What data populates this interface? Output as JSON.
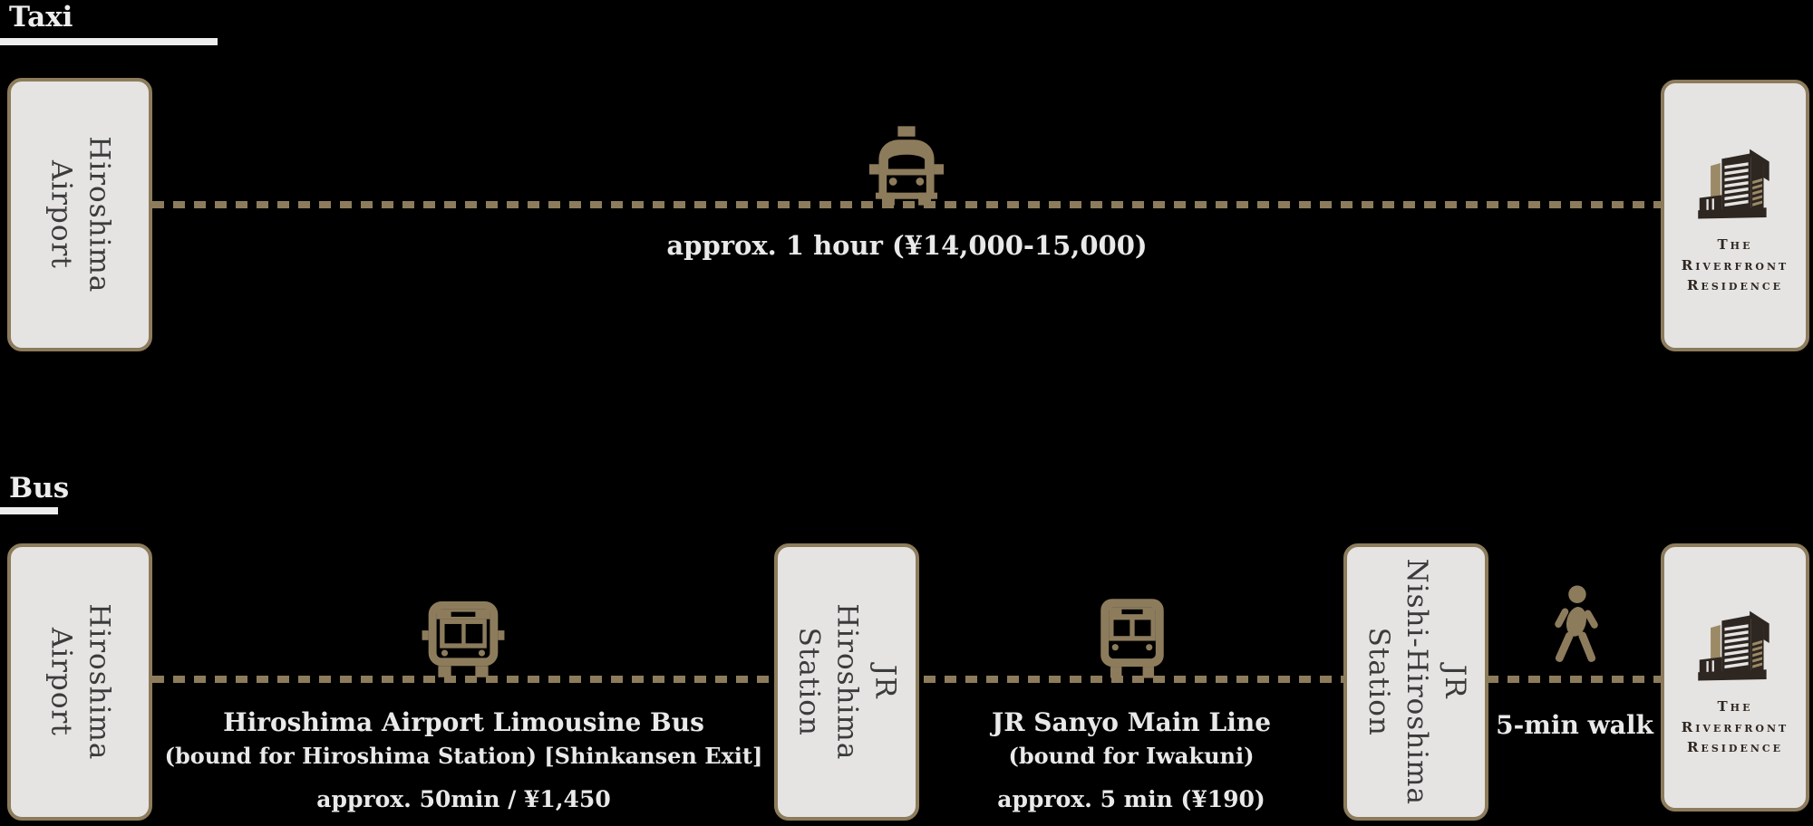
{
  "colors": {
    "background": "#000000",
    "accent": "#8d7c5c",
    "box_fill": "#e5e4e3",
    "box_text": "#3b3b3b",
    "caption_text": "#e9e9e9",
    "logo_dark": "#2e2620",
    "logo_shadow": "#9c8a66"
  },
  "brand": {
    "name_line1": "The Riverfront",
    "name_line2": "Residence"
  },
  "taxi_route": {
    "heading": "Taxi",
    "origin": {
      "lines": [
        "Hiroshima",
        "Airport"
      ]
    },
    "segment": {
      "icon": "taxi-icon",
      "caption": "approx. 1 hour (¥14,000-15,000)"
    }
  },
  "bus_route": {
    "heading": "Bus",
    "origin": {
      "lines": [
        "Hiroshima",
        "Airport"
      ]
    },
    "station1": {
      "lines": [
        "JR",
        "Hiroshima",
        "Station"
      ]
    },
    "station2": {
      "lines": [
        "JR",
        "Nishi-Hiroshima",
        "Station"
      ]
    },
    "segments": {
      "bus": {
        "icon": "bus-icon",
        "line1": "Hiroshima Airport Limousine Bus",
        "line2": "(bound for Hiroshima Station) [Shinkansen Exit]",
        "line3": "approx. 50min / ¥1,450"
      },
      "train": {
        "icon": "train-icon",
        "line1": "JR Sanyo Main Line",
        "line2": "(bound for Iwakuni)",
        "line3": "approx. 5 min (¥190)"
      },
      "walk": {
        "icon": "walk-icon",
        "line1": "5-min walk"
      }
    }
  }
}
